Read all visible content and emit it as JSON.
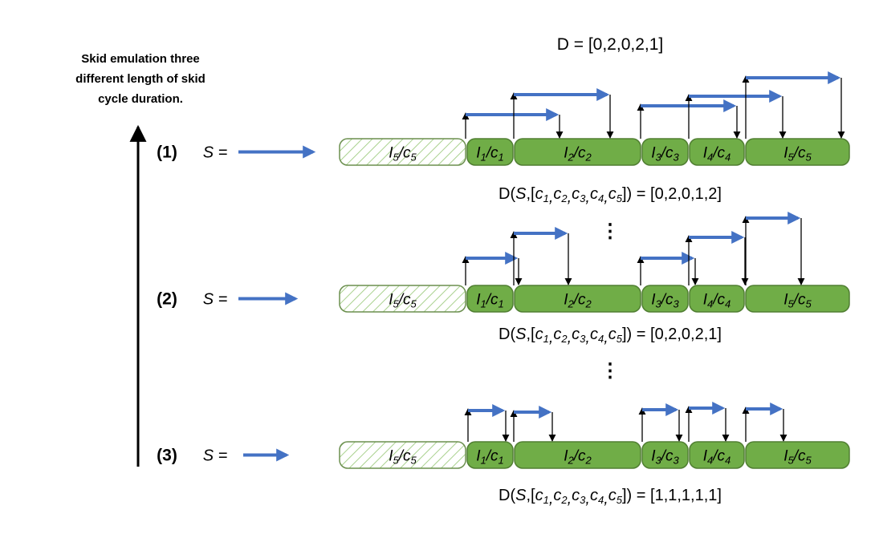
{
  "header": {
    "text": "D = [0,2,0,2,1]"
  },
  "side_label": {
    "line1": "Skid emulation three",
    "line2": "different length of skid",
    "line3": "cycle duration."
  },
  "colors": {
    "fill_green": "#70ad47",
    "stroke_green": "#507e32",
    "arrow_blue": "#4472c4",
    "hatch_green": "#a9d18e"
  },
  "rows": [
    {
      "id": "(1)",
      "s_label": "S =",
      "cells": [
        {
          "i": "I",
          "isub": "5",
          "c": "c",
          "csub": "5"
        },
        {
          "i": "I",
          "isub": "1",
          "c": "c",
          "csub": "1"
        },
        {
          "i": "I",
          "isub": "2",
          "c": "c",
          "csub": "2"
        },
        {
          "i": "I",
          "isub": "3",
          "c": "c",
          "csub": "3"
        },
        {
          "i": "I",
          "isub": "4",
          "c": "c",
          "csub": "4"
        },
        {
          "i": "I",
          "isub": "5",
          "c": "c",
          "csub": "5"
        }
      ],
      "result": "[0,2,0,1,2]"
    },
    {
      "id": "(2)",
      "s_label": "S =",
      "cells": [
        {
          "i": "I",
          "isub": "5",
          "c": "c",
          "csub": "5"
        },
        {
          "i": "I",
          "isub": "1",
          "c": "c",
          "csub": "1"
        },
        {
          "i": "I",
          "isub": "2",
          "c": "c",
          "csub": "2"
        },
        {
          "i": "I",
          "isub": "3",
          "c": "c",
          "csub": "3"
        },
        {
          "i": "I",
          "isub": "4",
          "c": "c",
          "csub": "4"
        },
        {
          "i": "I",
          "isub": "5",
          "c": "c",
          "csub": "5"
        }
      ],
      "result": "[0,2,0,2,1]"
    },
    {
      "id": "(3)",
      "s_label": "S =",
      "cells": [
        {
          "i": "I",
          "isub": "5",
          "c": "c",
          "csub": "5"
        },
        {
          "i": "I",
          "isub": "1",
          "c": "c",
          "csub": "1"
        },
        {
          "i": "I",
          "isub": "2",
          "c": "c",
          "csub": "2"
        },
        {
          "i": "I",
          "isub": "3",
          "c": "c",
          "csub": "3"
        },
        {
          "i": "I",
          "isub": "4",
          "c": "c",
          "csub": "4"
        },
        {
          "i": "I",
          "isub": "5",
          "c": "c",
          "csub": "5"
        }
      ],
      "result": "[1,1,1,1,1]"
    }
  ],
  "d_formula": {
    "prefix": "D(",
    "s": "S",
    "open": ",[",
    "c": "c",
    "subs": [
      "1",
      "2",
      "3",
      "4",
      "5"
    ],
    "close": "])",
    "eq": " = "
  },
  "ellipsis": "⋮"
}
